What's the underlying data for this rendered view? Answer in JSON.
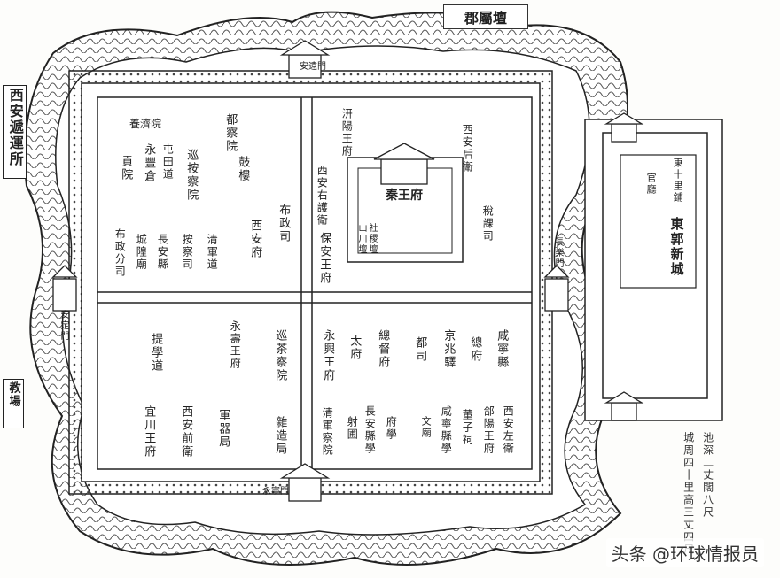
{
  "title": "郡屬壇",
  "sidebar_left": [
    "西安遞運所",
    "教場"
  ],
  "gates": {
    "north": "安遠門",
    "south": "永寧門",
    "west": "安定門",
    "east": "長樂門"
  },
  "buildings": {
    "yangji": "養濟院",
    "duchayuan": "都察院",
    "gulou": "鼓樓",
    "yongfeng": "永豐倉",
    "tuntian": "屯田道",
    "gongyuan": "貢院",
    "xunan": "巡按察院",
    "buzhengsi": "布政司",
    "xianfu": "西安府",
    "buzheng_fensi": "布政分司",
    "chenghuang": "城隍廟",
    "changan": "長安縣",
    "anchasi": "按察司",
    "qingjun": "清軍道",
    "qianyang": "汧陽王府",
    "xian_rear": "西安后衛",
    "qinwang": "秦王府",
    "xian_right": "西安右護衛",
    "baoan": "保安王府",
    "shuike": "稅課司",
    "shanchuan": "社稷壇",
    "shanchuan2": "山川壇",
    "eastcity": "東郭新城",
    "dongshi": "東十里鋪",
    "guanting": "官廳",
    "tixue": "提學道",
    "yongshou": "永壽王府",
    "xuncha": "巡茶察院",
    "yongxing": "永興王府",
    "taifu": "太府",
    "zongdu": "總督府",
    "dusi": "都司",
    "jingzhao": "京兆驛",
    "zongfu": "總府",
    "xianning": "咸寧縣",
    "yichuan": "宜川王府",
    "xianqian": "西安前衛",
    "junqi": "軍器局",
    "zaozao": "雜造局",
    "qingjun2": "清軍察院",
    "shepu": "射圃",
    "changan_xue": "長安縣學",
    "fuxue": "府學",
    "wenmiao": "文廟",
    "xianning_xue": "咸寧縣學",
    "dongzi": "董子祠",
    "heyang": "郃陽王府",
    "xian_left": "西安左衛"
  },
  "notes": [
    "池深二丈闊八尺",
    "城周四十里高三丈四尺"
  ],
  "watermark": "头条 @环球情报员"
}
